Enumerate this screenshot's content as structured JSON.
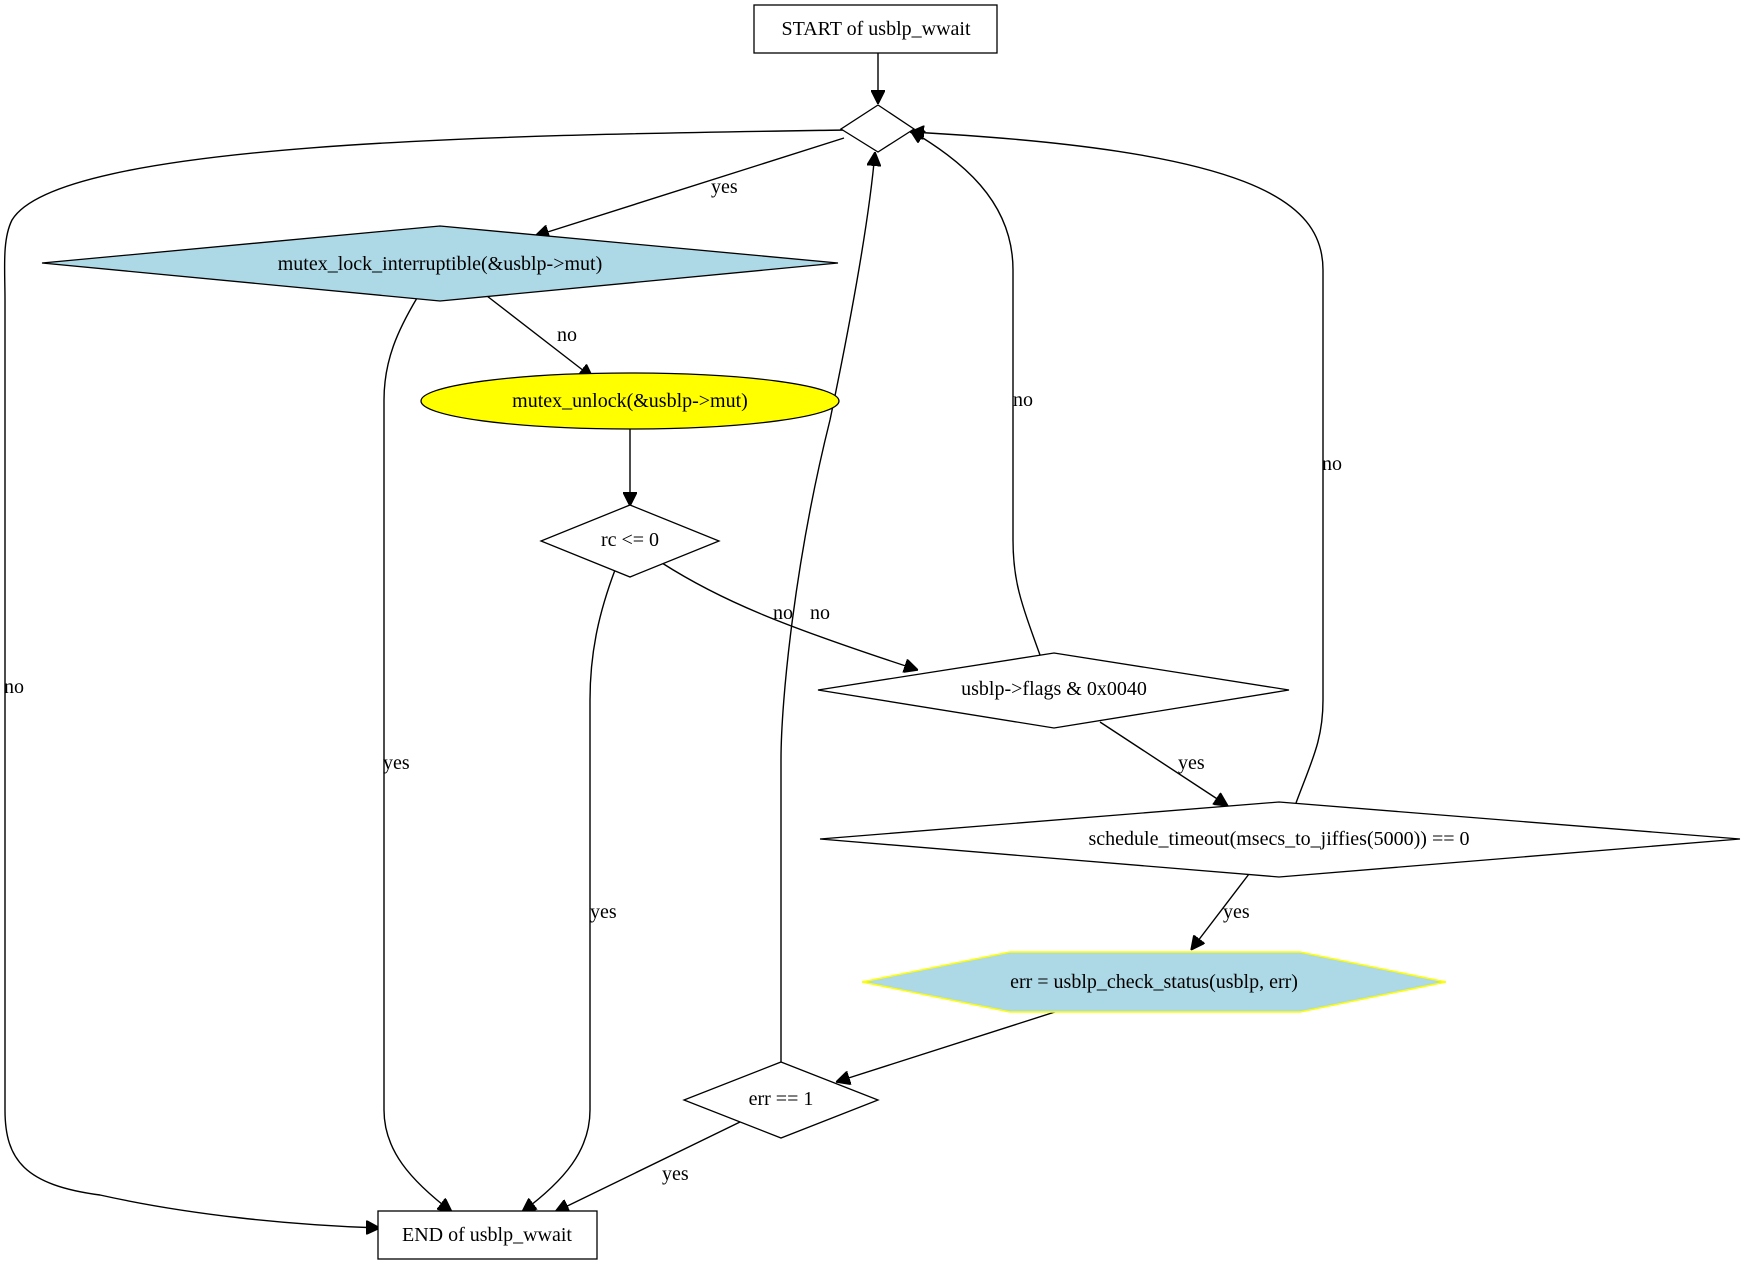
{
  "diagram": {
    "nodes": {
      "start": "START of usblp_wwait",
      "loop": "",
      "mutex_lock": "mutex_lock_interruptible(&usblp->mut)",
      "mutex_unlock": "mutex_unlock(&usblp->mut)",
      "rc_check": "rc <= 0",
      "flags_check": "usblp->flags & 0x0040",
      "schedule_check": "schedule_timeout(msecs_to_jiffies(5000)) == 0",
      "check_status": "err = usblp_check_status(usblp, err)",
      "err_check": "err == 1",
      "end": "END of usblp_wwait"
    },
    "edge_labels": {
      "loop_to_lock": "yes",
      "loop_to_end": "no",
      "lock_to_unlock": "no",
      "lock_to_end": "yes",
      "rc_to_flags": "no",
      "rc_to_end": "yes",
      "flags_to_loop": "no",
      "flags_to_schedule": "yes",
      "schedule_to_loop": "no",
      "schedule_to_status": "yes",
      "err_to_loop": "no",
      "err_to_end": "yes"
    }
  }
}
